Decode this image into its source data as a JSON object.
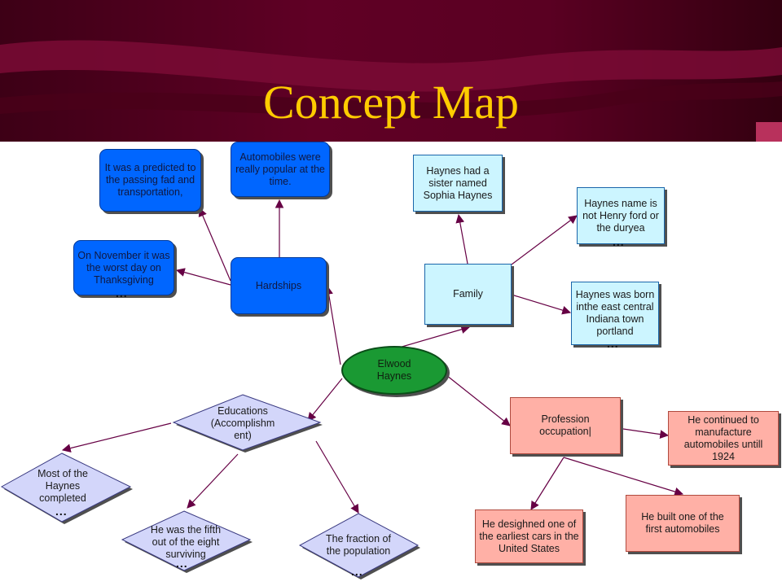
{
  "slide": {
    "title": "Concept Map",
    "colors": {
      "header": "#5a0022",
      "title": "#ffcc00",
      "arrow": "#660044"
    }
  },
  "nodes": {
    "hardships": "Hardships",
    "fad": "It was a predicted to the passing fad and transportation,",
    "popular": "Automobiles were really popular at the time.",
    "november": "On November it was the worst day on Thanksgiving",
    "family": "Family",
    "sister": "Haynes had a sister named Sophia Haynes",
    "henry": "Haynes name is not Henry ford or the duryea",
    "born": "Haynes was born inthe east central Indiana town portland",
    "elwood": "Elwood Haynes",
    "educations": "Educations (Accomplishm ent)",
    "completed": "Most of the Haynes completed",
    "fifth": "He was the fifth out of the eight surviving",
    "fraction": "The fraction of the population",
    "profession": "Profession occupation|",
    "continued": "He continued to manufacture automobiles untill 1924",
    "designed": "He desighned one of the earliest cars in the United States",
    "built": "He built one of the first automobiles"
  },
  "ellipsis": "..."
}
